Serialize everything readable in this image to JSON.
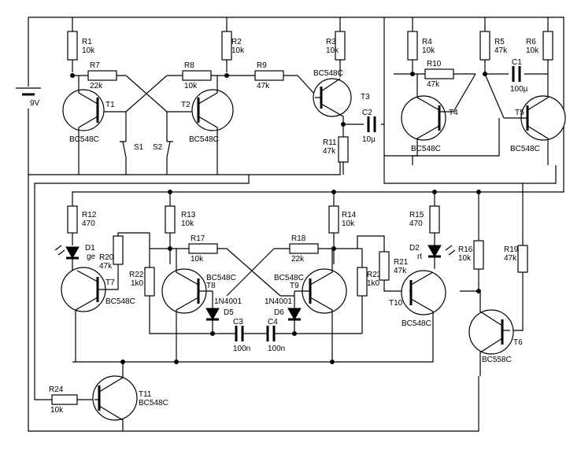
{
  "components": {
    "battery": {
      "label": "9V"
    },
    "R1": {
      "name": "R1",
      "value": "10k"
    },
    "R2": {
      "name": "R2",
      "value": "10k"
    },
    "R3": {
      "name": "R3",
      "value": "10k"
    },
    "R4": {
      "name": "R4",
      "value": "10k"
    },
    "R5": {
      "name": "R5",
      "value": "47k"
    },
    "R6": {
      "name": "R6",
      "value": "10k"
    },
    "R7": {
      "name": "R7",
      "value": "22k"
    },
    "R8": {
      "name": "R8",
      "value": "10k"
    },
    "R9": {
      "name": "R9",
      "value": "47k"
    },
    "R10": {
      "name": "R10",
      "value": "47k"
    },
    "R11": {
      "name": "R11",
      "value": "47k"
    },
    "R12": {
      "name": "R12",
      "value": "470"
    },
    "R13": {
      "name": "R13",
      "value": "10k"
    },
    "R14": {
      "name": "R14",
      "value": "10k"
    },
    "R15": {
      "name": "R15",
      "value": "470"
    },
    "R16": {
      "name": "R16",
      "value": "10k"
    },
    "R17": {
      "name": "R17",
      "value": "10k"
    },
    "R18": {
      "name": "R18",
      "value": "22k"
    },
    "R19": {
      "name": "R19",
      "value": "47k"
    },
    "R20": {
      "name": "R20",
      "value": "47k"
    },
    "R21": {
      "name": "R21",
      "value": "47k"
    },
    "R22": {
      "name": "R22",
      "value": "1k0"
    },
    "R23": {
      "name": "R23",
      "value": "1k0"
    },
    "R24": {
      "name": "R24",
      "value": "10k"
    },
    "C1": {
      "name": "C1",
      "value": "100µ"
    },
    "C2": {
      "name": "C2",
      "value": "10µ"
    },
    "C3": {
      "name": "C3",
      "value": "100n"
    },
    "C4": {
      "name": "C4",
      "value": "100n"
    },
    "T1": {
      "name": "T1",
      "type": "BC548C"
    },
    "T2": {
      "name": "T2",
      "type": "BC548C"
    },
    "T3": {
      "name": "T3",
      "type": "BC548C"
    },
    "T4": {
      "name": "T4",
      "type": "BC548C"
    },
    "T5": {
      "name": "T5",
      "type": "BC548C"
    },
    "T6": {
      "name": "T6",
      "type": "BC558C"
    },
    "T7": {
      "name": "T7",
      "type": "BC548C"
    },
    "T8": {
      "name": "T8",
      "type": "BC548C"
    },
    "T9": {
      "name": "T9",
      "type": "BC548C"
    },
    "T10": {
      "name": "T10",
      "type": "BC548C"
    },
    "T11": {
      "name": "T11",
      "type": "BC548C"
    },
    "D1": {
      "name": "D1",
      "color": "ge"
    },
    "D2": {
      "name": "D2",
      "color": "rt"
    },
    "D5": {
      "name": "D5",
      "type": "1N4001"
    },
    "D6": {
      "name": "D6",
      "type": "1N4001"
    },
    "S1": {
      "name": "S1"
    },
    "S2": {
      "name": "S2"
    }
  }
}
